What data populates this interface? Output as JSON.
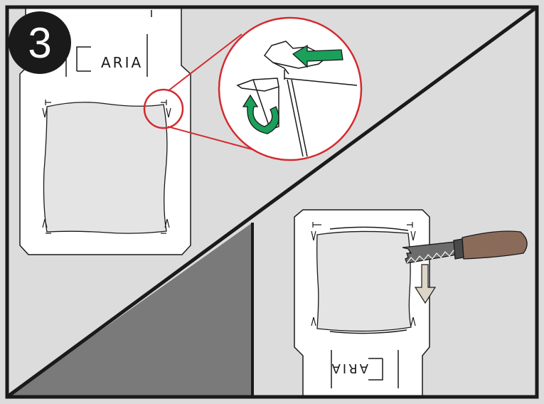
{
  "step": {
    "number": "3"
  },
  "panel_top": {
    "template_label": "ARIA"
  },
  "panel_bottom": {
    "template_label": "ARIA"
  },
  "colors": {
    "background": "#dcdcdc",
    "wall_dark": "#7a7a7a",
    "frame": "#1a1a1a",
    "callout": "#d42a2f",
    "arrow_green": "#1aa05a",
    "arrow_tan": "#ddd6c8",
    "handle": "#8a6b5a",
    "blade": "#6c6c6c",
    "paper": "#ffffff"
  },
  "icons": [
    "step-badge",
    "green-push-arrow",
    "green-rotate-arrow",
    "handsaw-icon",
    "down-arrow"
  ]
}
